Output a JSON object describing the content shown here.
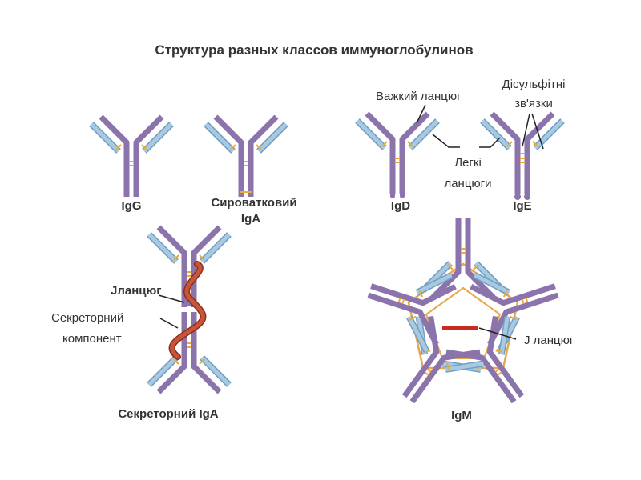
{
  "title": "Структура разных классов иммуноглобулинов",
  "labels": {
    "heavy_chain": "Важкий ланцюг",
    "disulfide_1": "Дісульфітні",
    "disulfide_2": "зв'язки",
    "light_chains_1": "Легкі",
    "light_chains_2": "ланцюги",
    "igg": "IgG",
    "serum_1": "Сироватковий",
    "serum_2": "IgA",
    "igd": "IgD",
    "ige": "IgE",
    "j_chain_left": "Jланцюг",
    "secretory_comp_1": "Секреторний",
    "secretory_comp_2": "компонент",
    "secretory_iga": "Секреторний IgA",
    "j_chain_right": "J ланцюг",
    "igm": "IgM"
  },
  "colors": {
    "heavy": "#8b73ab",
    "light": "#a9c9e0",
    "light_edge": "#6f9fc4",
    "bond": "#f0a830",
    "pentamer": "#e5a84a",
    "jchain": "#cc2a1e",
    "secretory": "#b8452a",
    "text": "#333333"
  }
}
